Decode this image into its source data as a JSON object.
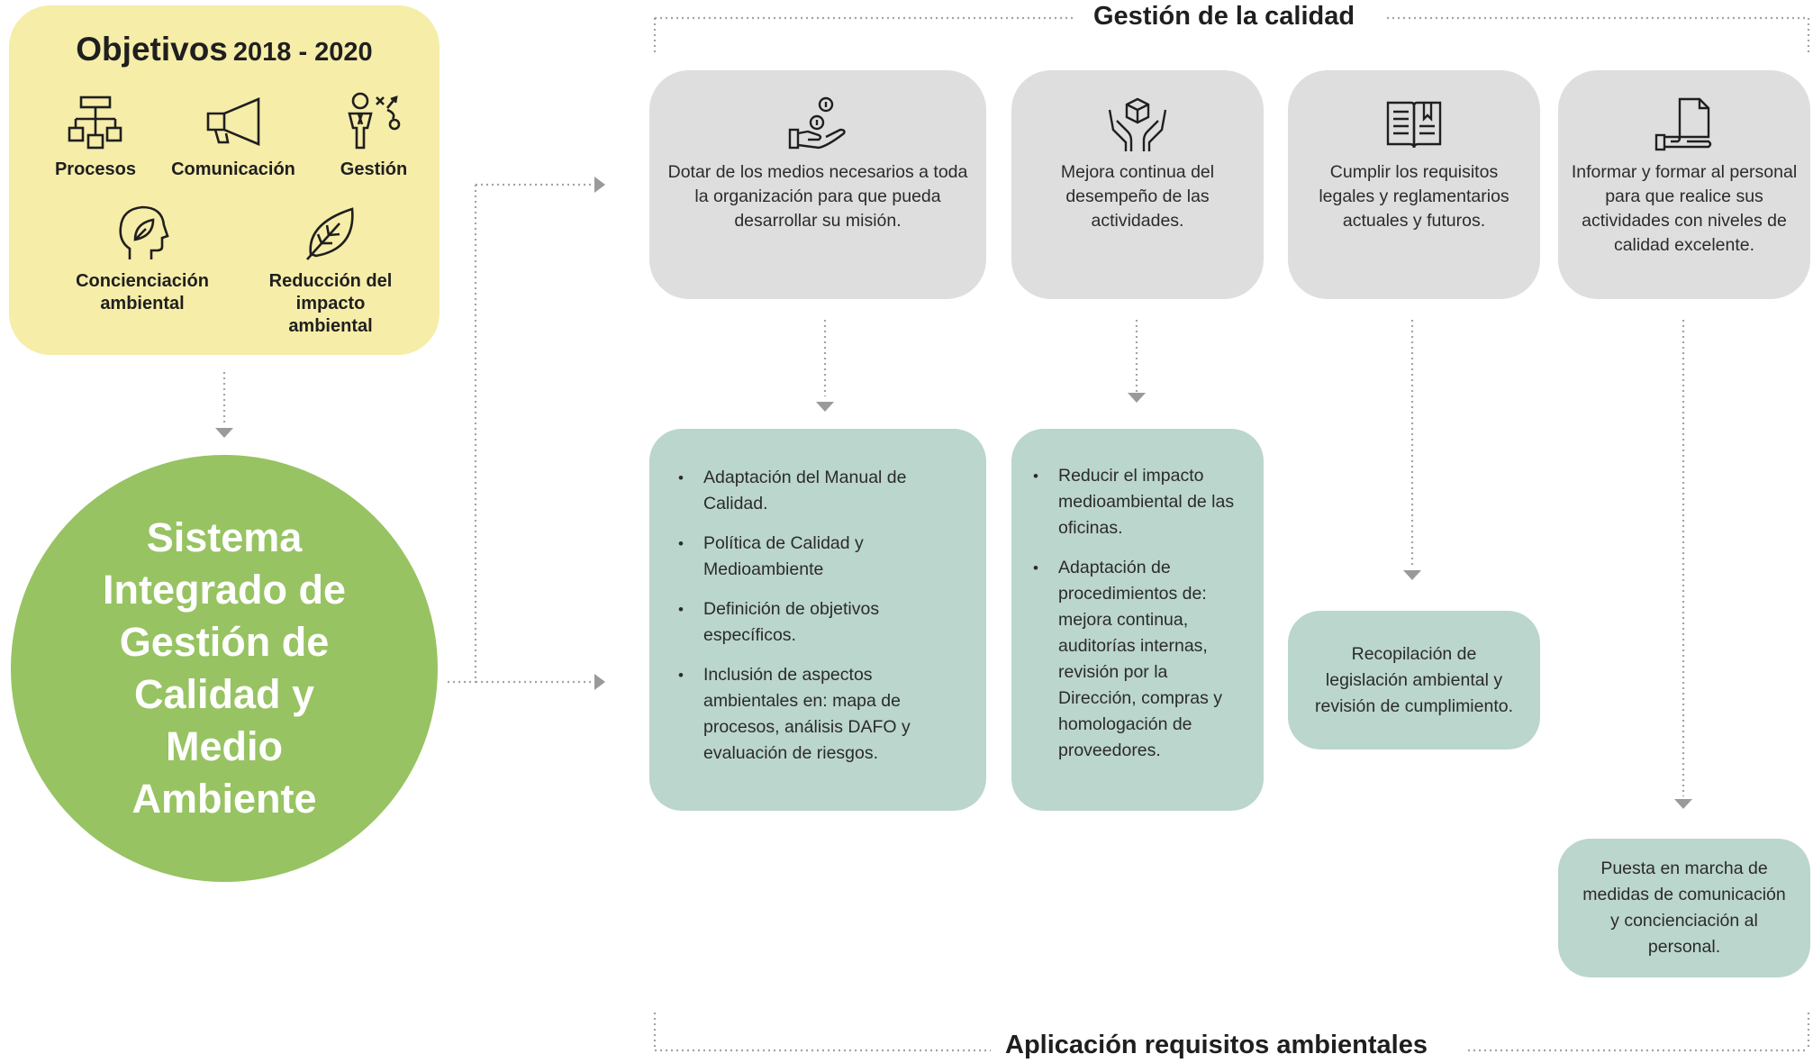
{
  "objectives": {
    "title": "Objetivos",
    "period": "2018 - 2020",
    "items": [
      {
        "label": "Procesos",
        "icon": "org-chart-icon"
      },
      {
        "label": "Comunicación",
        "icon": "megaphone-icon"
      },
      {
        "label": "Gestión",
        "icon": "strategy-person-icon"
      },
      {
        "label": "Concienciación ambiental",
        "icon": "head-leaf-icon"
      },
      {
        "label": "Reducción del impacto ambiental",
        "icon": "leaf-icon"
      }
    ]
  },
  "system": {
    "title": "Sistema Integrado de Gestión de Calidad y Medio Ambiente"
  },
  "quality": {
    "section_title": "Gestión de la calidad",
    "cards": [
      {
        "icon": "hand-coins-icon",
        "text": "Dotar de los medios necesarios a toda la organización para que pueda desarrollar su misión."
      },
      {
        "icon": "hands-box-icon",
        "text": "Mejora continua del desempeño de las actividades."
      },
      {
        "icon": "open-book-icon",
        "text": "Cumplir los requisitos legales y reglamentarios actuales y futuros."
      },
      {
        "icon": "hand-document-icon",
        "text": "Informar y formar al personal para que realice sus actividades con niveles de calidad excelente."
      }
    ]
  },
  "environment": {
    "section_title": "Aplicación requisitos ambientales",
    "card1": [
      "Adaptación del Manual de Calidad.",
      "Política de Calidad y Medioambiente",
      "Definición de objetivos específicos.",
      "Inclusión de aspectos ambientales en: mapa de procesos, análisis DAFO y evaluación de riesgos."
    ],
    "card2": [
      "Reducir el impacto medioambiental de las oficinas.",
      "Adaptación de procedimientos de: mejora continua, auditorías internas, revisión por la Dirección, compras y homologación de proveedores."
    ],
    "card3": "Recopilación de legislación ambiental y revisión de cumplimiento.",
    "card4": "Puesta en marcha de medidas de comunicación y concienciación al personal."
  },
  "colors": {
    "objectives_bg": "#f6eda9",
    "circle": "#97c362",
    "quality_card": "#dedede",
    "env_card": "#bbd6cc",
    "connector": "#9a9a9a"
  }
}
